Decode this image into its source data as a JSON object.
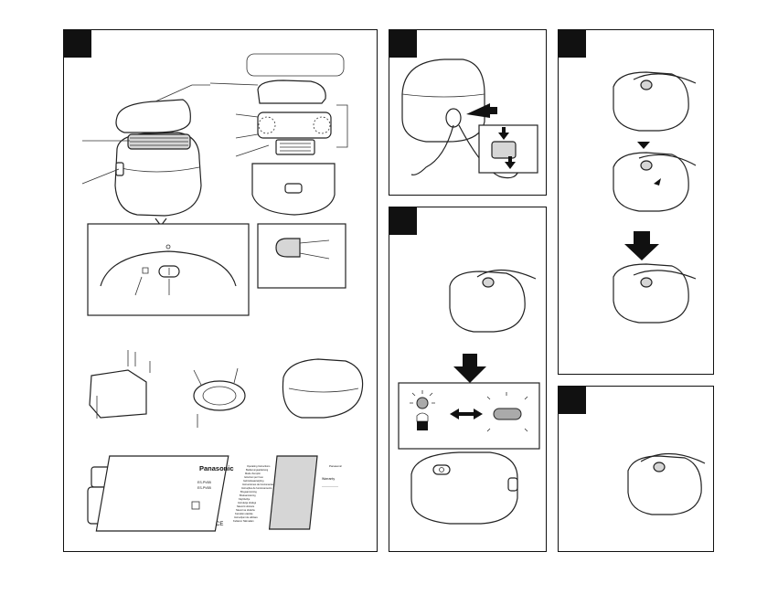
{
  "panels": [
    {
      "id": "parts",
      "tag": ""
    },
    {
      "id": "charging",
      "tag": ""
    },
    {
      "id": "lock",
      "tag": ""
    },
    {
      "id": "unlock",
      "tag": ""
    },
    {
      "id": "power",
      "tag": ""
    }
  ],
  "booklet": {
    "brand": "Panasonic",
    "model_top": "ES-PV6B",
    "model_bottom": "ES-PV6B",
    "languages": [
      "Operating Instructions",
      "Bedienungsanleitung",
      "Mode d'emploi",
      "Istruzioni per l'uso",
      "Gebruiksaanwijzing",
      "Instrucciones de funcionamiento",
      "Instruções de funcionamento",
      "Brugsanvisning",
      "Bruksanvisning",
      "Käyttöohje",
      "Instrukcja obsługi",
      "Návod k obsluze",
      "Návod na obsluhu",
      "Kezelési utasítás",
      "Instrucţiuni de utilizare",
      "Kullanım Talimatları"
    ],
    "ce_mark": "CE"
  },
  "warranty": {
    "brand": "Panasonic",
    "heading": "Warranty",
    "box": "——————"
  },
  "icons": [
    "lock-icon",
    "power-icon",
    "arrow-down-icon",
    "double-arrow-icon",
    "led-blink-icon"
  ],
  "colors": {
    "ink": "#111111",
    "panel_bg": "#ffffff",
    "grey_fill": "#d6d6d6"
  }
}
